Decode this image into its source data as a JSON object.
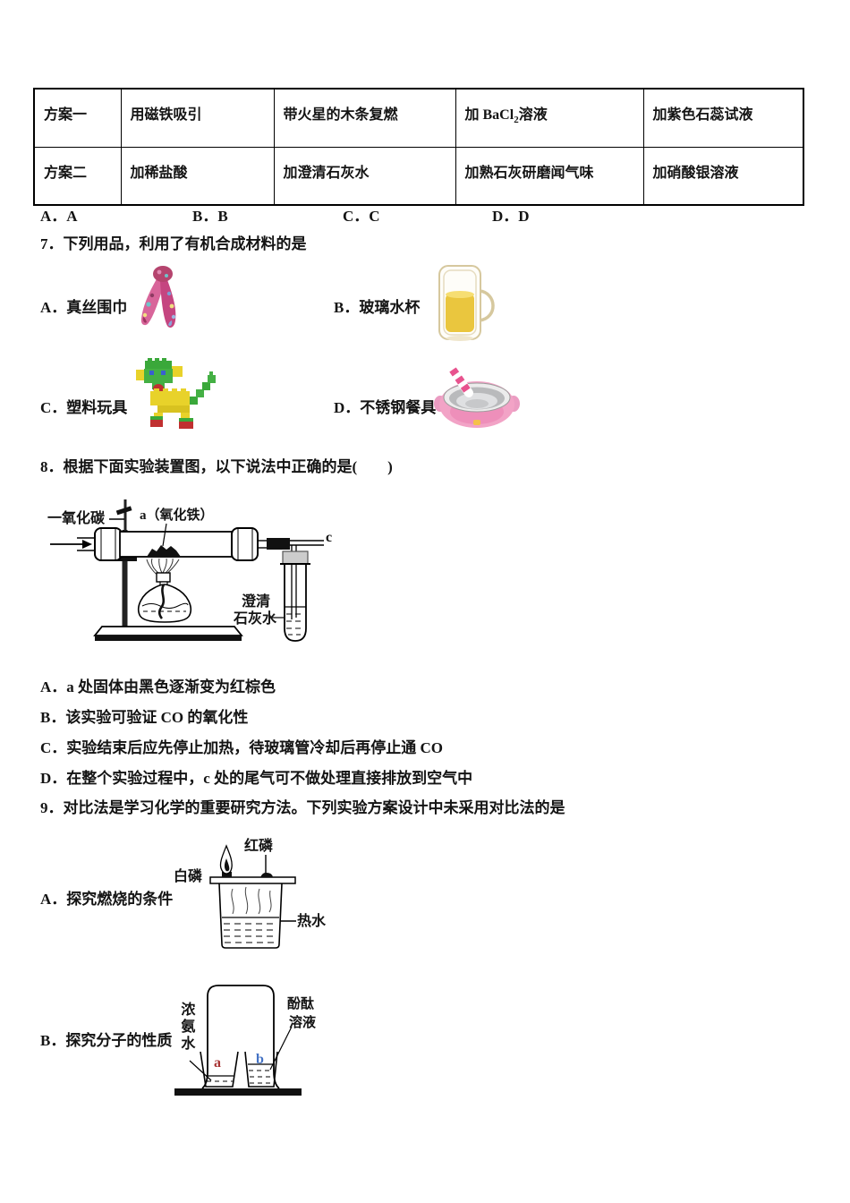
{
  "q6_table": {
    "r1c1": "方案一",
    "r1c2": "用磁铁吸引",
    "r1c3": "带火星的木条复燃",
    "r1c4_pre": "加 BaCl",
    "r1c4_sub": "2",
    "r1c4_post": "溶液",
    "r1c5": "加紫色石蕊试液",
    "r2c1": "方案二",
    "r2c2": "加稀盐酸",
    "r2c3": "加澄清石灰水",
    "r2c4": "加熟石灰研磨闻气味",
    "r2c5": "加硝酸银溶液"
  },
  "q6_answers": {
    "a": "A．A",
    "b": "B．B",
    "c": "C．C",
    "d": "D．D"
  },
  "q7": {
    "stem": "7．下列用品，利用了有机合成材料的是",
    "opt_a": "A．真丝围巾",
    "opt_b": "B．玻璃水杯",
    "opt_c": "C．塑料玩具",
    "opt_d": "D．不锈钢餐具"
  },
  "q8": {
    "stem": "8．根据下面实验装置图，以下说法中正确的是(　　)",
    "labels": {
      "gas": "一氧化碳",
      "sample": "a（氧化铁）",
      "outlet": "c",
      "limewater1": "澄清",
      "limewater2": "石灰水"
    },
    "opt_a": "A．a 处固体由黑色逐渐变为红棕色",
    "opt_b": "B．该实验可验证 CO 的氧化性",
    "opt_c": "C．实验结束后应先停止加热，待玻璃管冷却后再停止通 CO",
    "opt_d": "D．在整个实验过程中，c 处的尾气可不做处理直接排放到空气中"
  },
  "q9": {
    "stem": "9．对比法是学习化学的重要研究方法。下列实验方案设计中未采用对比法的是",
    "opt_a_label": "A．探究燃烧的条件",
    "a_labels": {
      "red_p": "红磷",
      "white_p": "白磷",
      "hot_water": "热水"
    },
    "opt_b_label": "B．探究分子的性质",
    "b_labels": {
      "ammonia": "浓氨水",
      "phen1": "酚酞",
      "phen2": "溶液",
      "beaker_a": "a",
      "beaker_b": "b"
    }
  },
  "colors": {
    "text": "#141414",
    "beaker_a_letter": "#a83434",
    "beaker_b_letter": "#4472c4",
    "scarf_pink": "#d8659a",
    "cup_liquid": "#eac63e",
    "toy_green": "#44b044",
    "toy_yellow": "#e8d22a",
    "toy_red": "#c03030",
    "bowl_pink": "#f2a3c6",
    "spoon_stripe": "#e8538e"
  }
}
